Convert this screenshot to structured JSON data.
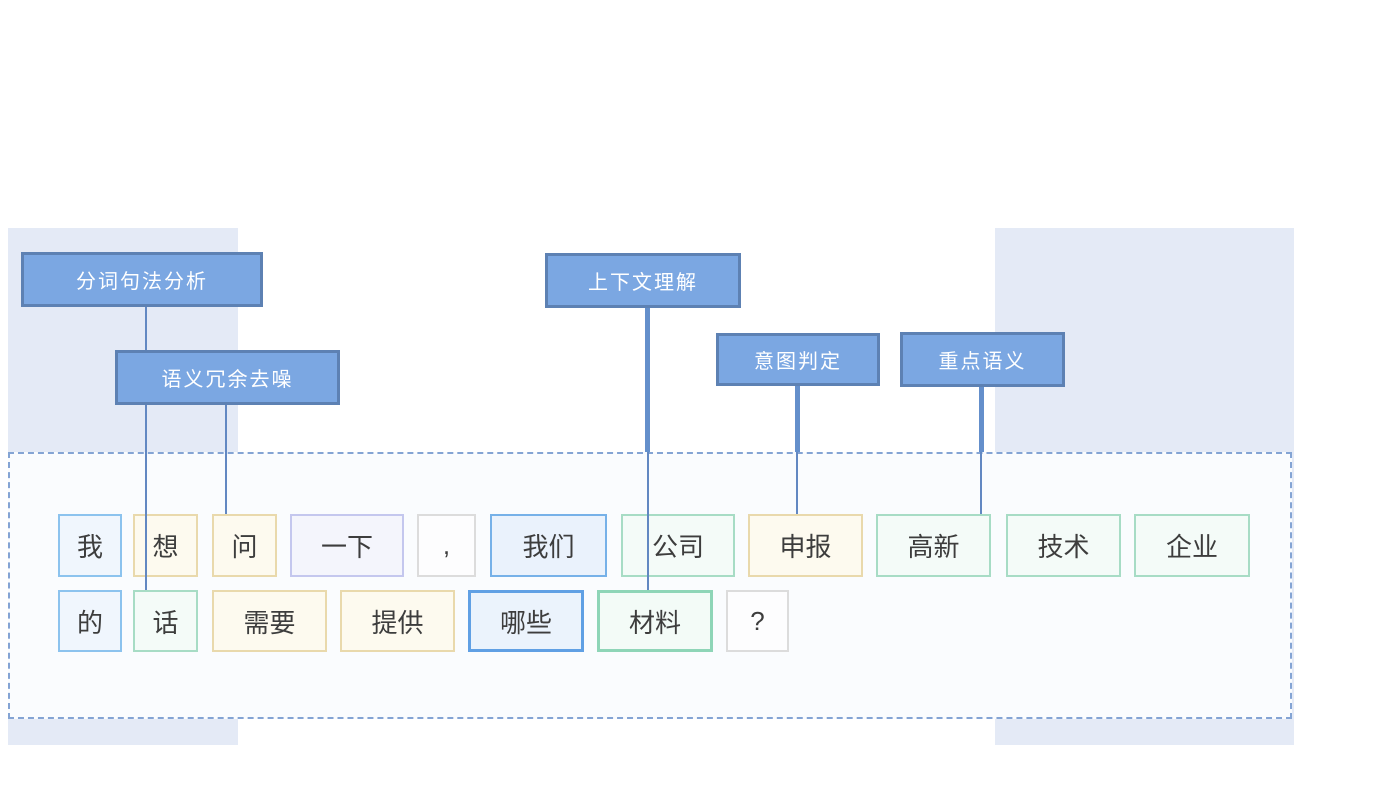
{
  "diagram": {
    "stages": [
      {
        "label": "分词句法分析"
      },
      {
        "label": "语义冗余去噪"
      },
      {
        "label": "上下文理解"
      },
      {
        "label": "意图判定"
      },
      {
        "label": "重点语义"
      }
    ],
    "connections": [
      {
        "from": "分词句法分析",
        "to": "语义冗余去噪"
      },
      {
        "from": "语义冗余去噪",
        "to": "话"
      },
      {
        "from": "语义冗余去噪",
        "to": "问"
      },
      {
        "from": "上下文理解",
        "to": "材料"
      },
      {
        "from": "意图判定",
        "to": "申报"
      },
      {
        "from": "重点语义",
        "to": "高新"
      }
    ],
    "sentence": {
      "row1": [
        {
          "text": "我",
          "type": "blue"
        },
        {
          "text": "想",
          "type": "tan"
        },
        {
          "text": "问",
          "type": "tan"
        },
        {
          "text": "一下",
          "type": "lavender"
        },
        {
          "text": ",",
          "type": "punct"
        },
        {
          "text": "我们",
          "type": "blue-med"
        },
        {
          "text": "公司",
          "type": "green"
        },
        {
          "text": "申报",
          "type": "tan"
        },
        {
          "text": "高新",
          "type": "green"
        },
        {
          "text": "技术",
          "type": "green"
        },
        {
          "text": "企业",
          "type": "green"
        }
      ],
      "row2": [
        {
          "text": "的",
          "type": "blue"
        },
        {
          "text": "话",
          "type": "green"
        },
        {
          "text": "需要",
          "type": "tan"
        },
        {
          "text": "提供",
          "type": "tan"
        },
        {
          "text": "哪些",
          "type": "blue-strong"
        },
        {
          "text": "材料",
          "type": "green-strong"
        },
        {
          "text": "?",
          "type": "punct"
        }
      ]
    },
    "colors": {
      "stage_box_fill": "#7ba7e2",
      "stage_box_border": "#5d81b3",
      "stage_box_text": "#ffffff",
      "connector": "#6288c2",
      "connector_thick": "#648fcb",
      "panel_background": "#e4eaf6",
      "dashed_region_background": "#fafcfe",
      "dashed_region_border": "#84a4d4",
      "token_blue_border": "#8cc3ee",
      "token_blue_strong_border": "#60a0e4",
      "token_tan_border": "#e9d9ac",
      "token_lavender_border": "#c4c7ee",
      "token_green_border": "#a7dcc5",
      "token_green_strong_border": "#8ed5b7",
      "token_punct_border": "#dcdcdc",
      "token_text": "#3d3d3d"
    }
  }
}
